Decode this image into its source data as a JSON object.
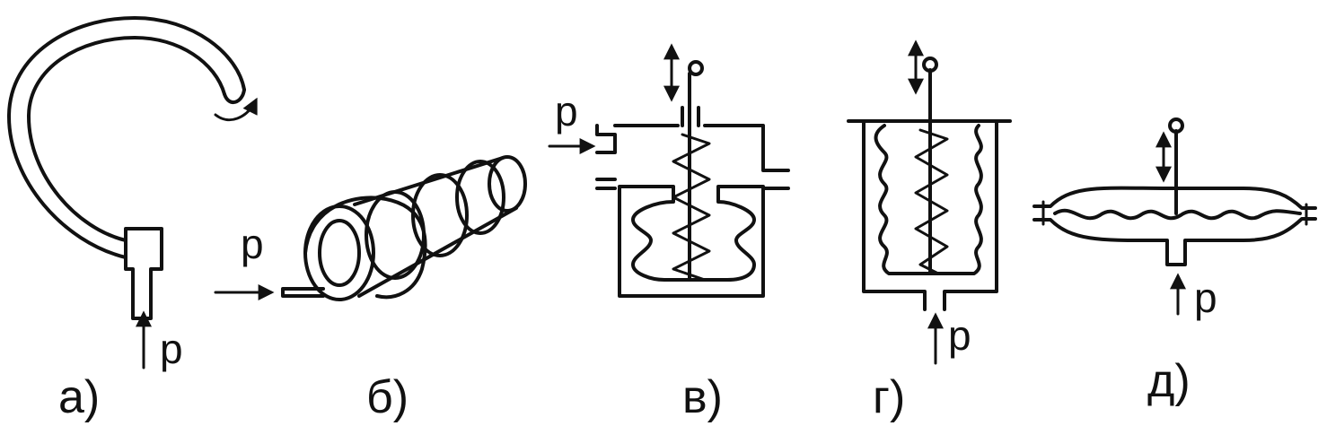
{
  "figures": [
    {
      "caption": "а)",
      "pressure_label": "p",
      "element": "bourdon-tube"
    },
    {
      "caption": "б)",
      "pressure_label": "p",
      "element": "helical-tube"
    },
    {
      "caption": "в)",
      "pressure_label": "p",
      "element": "bellows-with-spring-side-inlet"
    },
    {
      "caption": "г)",
      "pressure_label": "p",
      "element": "bellows-with-spring-bottom-inlet"
    },
    {
      "caption": "д)",
      "pressure_label": "p",
      "element": "corrugated-membrane"
    }
  ]
}
